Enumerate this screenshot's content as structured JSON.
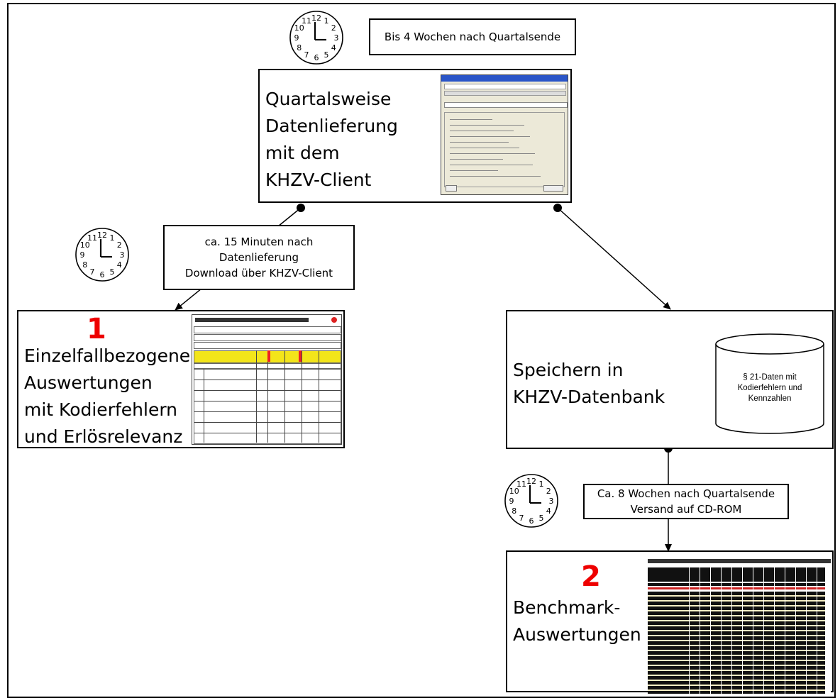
{
  "notes": {
    "top": "Bis 4 Wochen nach Quartalsende",
    "left": [
      "ca. 15 Minuten nach",
      "Datenlieferung",
      "Download über KHZV-Client"
    ],
    "right": [
      "Ca. 8 Wochen nach Quartalsende",
      "Versand auf CD-ROM"
    ]
  },
  "boxes": {
    "client": [
      "Quartalsweise",
      "Datenlieferung",
      "mit dem",
      "KHZV-Client"
    ],
    "einzelfall": {
      "number": "1",
      "lines": [
        "Einzelfallbezogene",
        "Auswertungen",
        "mit Kodierfehlern",
        "und Erlösrelevanz"
      ]
    },
    "speichern": {
      "lines": [
        "Speichern in",
        "KHZV-Datenbank"
      ],
      "db_label": [
        "§ 21-Daten mit",
        "Kodierfehlern und",
        "Kennzahlen"
      ]
    },
    "benchmark": {
      "number": "2",
      "lines": [
        "Benchmark-",
        "Auswertungen"
      ]
    }
  },
  "clock_numbers": [
    "12",
    "1",
    "2",
    "3",
    "4",
    "5",
    "6",
    "7",
    "8",
    "9",
    "10",
    "11"
  ]
}
